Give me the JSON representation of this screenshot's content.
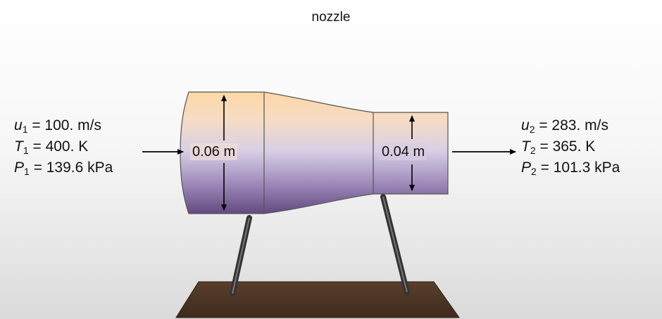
{
  "title": "nozzle",
  "inlet": {
    "velocity": {
      "symbol": "u",
      "subscript": "1",
      "value": "= 100. m/s"
    },
    "temperature": {
      "symbol": "T",
      "subscript": "1",
      "value": "= 400. K"
    },
    "pressure": {
      "symbol": "P",
      "subscript": "1",
      "value": "= 139.6 kPa"
    }
  },
  "outlet": {
    "velocity": {
      "symbol": "u",
      "subscript": "2",
      "value": "= 283. m/s"
    },
    "temperature": {
      "symbol": "T",
      "subscript": "2",
      "value": "= 365. K"
    },
    "pressure": {
      "symbol": "P",
      "subscript": "2",
      "value": "= 101.3 kPa"
    }
  },
  "dimensions": {
    "inlet_diameter": "0.06 m",
    "outlet_diameter": "0.04 m"
  },
  "colors": {
    "nozzle_top": "#fdd7a6",
    "nozzle_bottom": "#6c4f8e",
    "base": "#4a3323",
    "legs": "#3a3a3a"
  }
}
